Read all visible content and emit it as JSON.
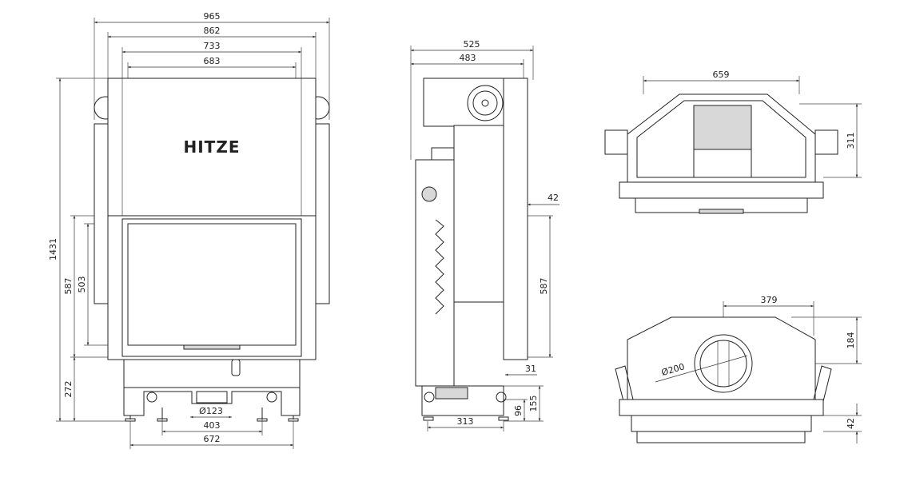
{
  "brand_logo": "HITZE",
  "front_view": {
    "width_overall": "965",
    "width_body": "862",
    "width_door": "733",
    "width_glass": "683",
    "height_overall": "1431",
    "height_door": "587",
    "height_glass": "503",
    "height_base": "272",
    "flue_diameter": "Ø123",
    "leg_spacing_inner": "403",
    "leg_spacing_outer": "672"
  },
  "side_view": {
    "depth_overall": "525",
    "depth_body": "483",
    "frame_offset": "42",
    "height_door": "587",
    "door_offset": "31",
    "air_inlet_height": "155",
    "air_inlet_center": "96",
    "leg_spacing": "313"
  },
  "top_view": {
    "width": "659",
    "depth": "311"
  },
  "rear_view": {
    "flue_offset": "379",
    "flue_height": "184",
    "flue_diameter": "Ø200",
    "base_height": "42"
  }
}
